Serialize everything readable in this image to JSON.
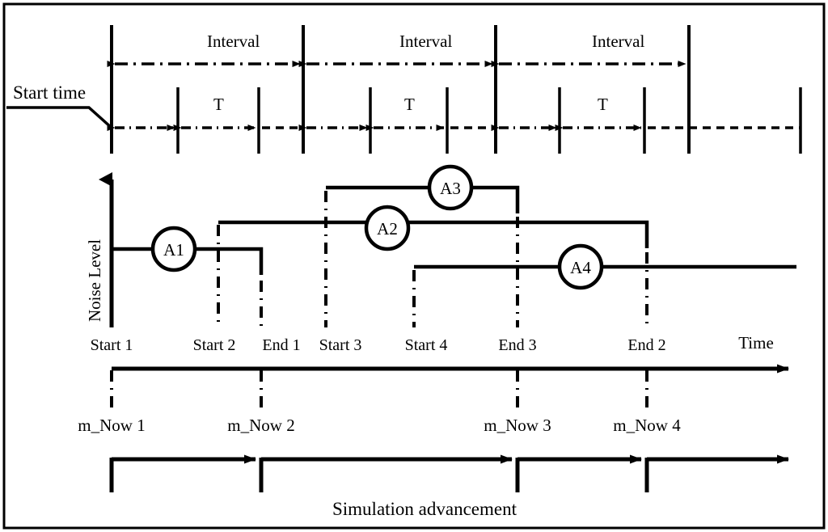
{
  "figure": {
    "title_visible": false,
    "border_color": "#000000",
    "line_color": "#000000",
    "background": "#ffffff"
  },
  "top_timeline": {
    "start_time_label": "Start time",
    "interval_labels": [
      "Interval",
      "Interval",
      "Interval"
    ],
    "period_labels": [
      "T",
      "T",
      "T"
    ]
  },
  "chart": {
    "y_axis_label": "Noise Level",
    "x_axis_label": "Time",
    "activities": [
      {
        "id": "A1",
        "label": "A1"
      },
      {
        "id": "A2",
        "label": "A2"
      },
      {
        "id": "A3",
        "label": "A3"
      },
      {
        "id": "A4",
        "label": "A4"
      }
    ],
    "tick_labels": [
      "Start 1",
      "Start 2",
      "End 1",
      "Start 3",
      "Start 4",
      "End 3",
      "End 2"
    ]
  },
  "bottom": {
    "now_labels": [
      "m_Now 1",
      "m_Now 2",
      "m_Now 3",
      "m_Now 4"
    ],
    "simulation_label": "Simulation advancement"
  },
  "chart_data": {
    "type": "line",
    "title": "",
    "xlabel": "Time",
    "ylabel": "Noise Level",
    "grid": false,
    "legend": "inline-circle-badges",
    "x_ticks": [
      {
        "label": "Start 1",
        "x": 138
      },
      {
        "label": "Start 2",
        "x": 270
      },
      {
        "label": "End 1",
        "x": 323
      },
      {
        "label": "Start 3",
        "x": 403
      },
      {
        "label": "Start 4",
        "x": 512
      },
      {
        "label": "End 3",
        "x": 640
      },
      {
        "label": "End 2",
        "x": 800
      }
    ],
    "series": [
      {
        "name": "A1",
        "start_label": "Start 1",
        "end_label": "End 1",
        "level": 1
      },
      {
        "name": "A2",
        "start_label": "Start 2",
        "end_label": "End 2",
        "level": 2
      },
      {
        "name": "A3",
        "start_label": "Start 3",
        "end_label": "End 3",
        "level": 3
      },
      {
        "name": "A4",
        "start_label": "Start 4",
        "end_label": "(open)",
        "level": 0
      }
    ],
    "advancement_steps": [
      "m_Now 1",
      "m_Now 2",
      "m_Now 3",
      "m_Now 4"
    ],
    "interval_count": 3,
    "period_count": 3
  }
}
